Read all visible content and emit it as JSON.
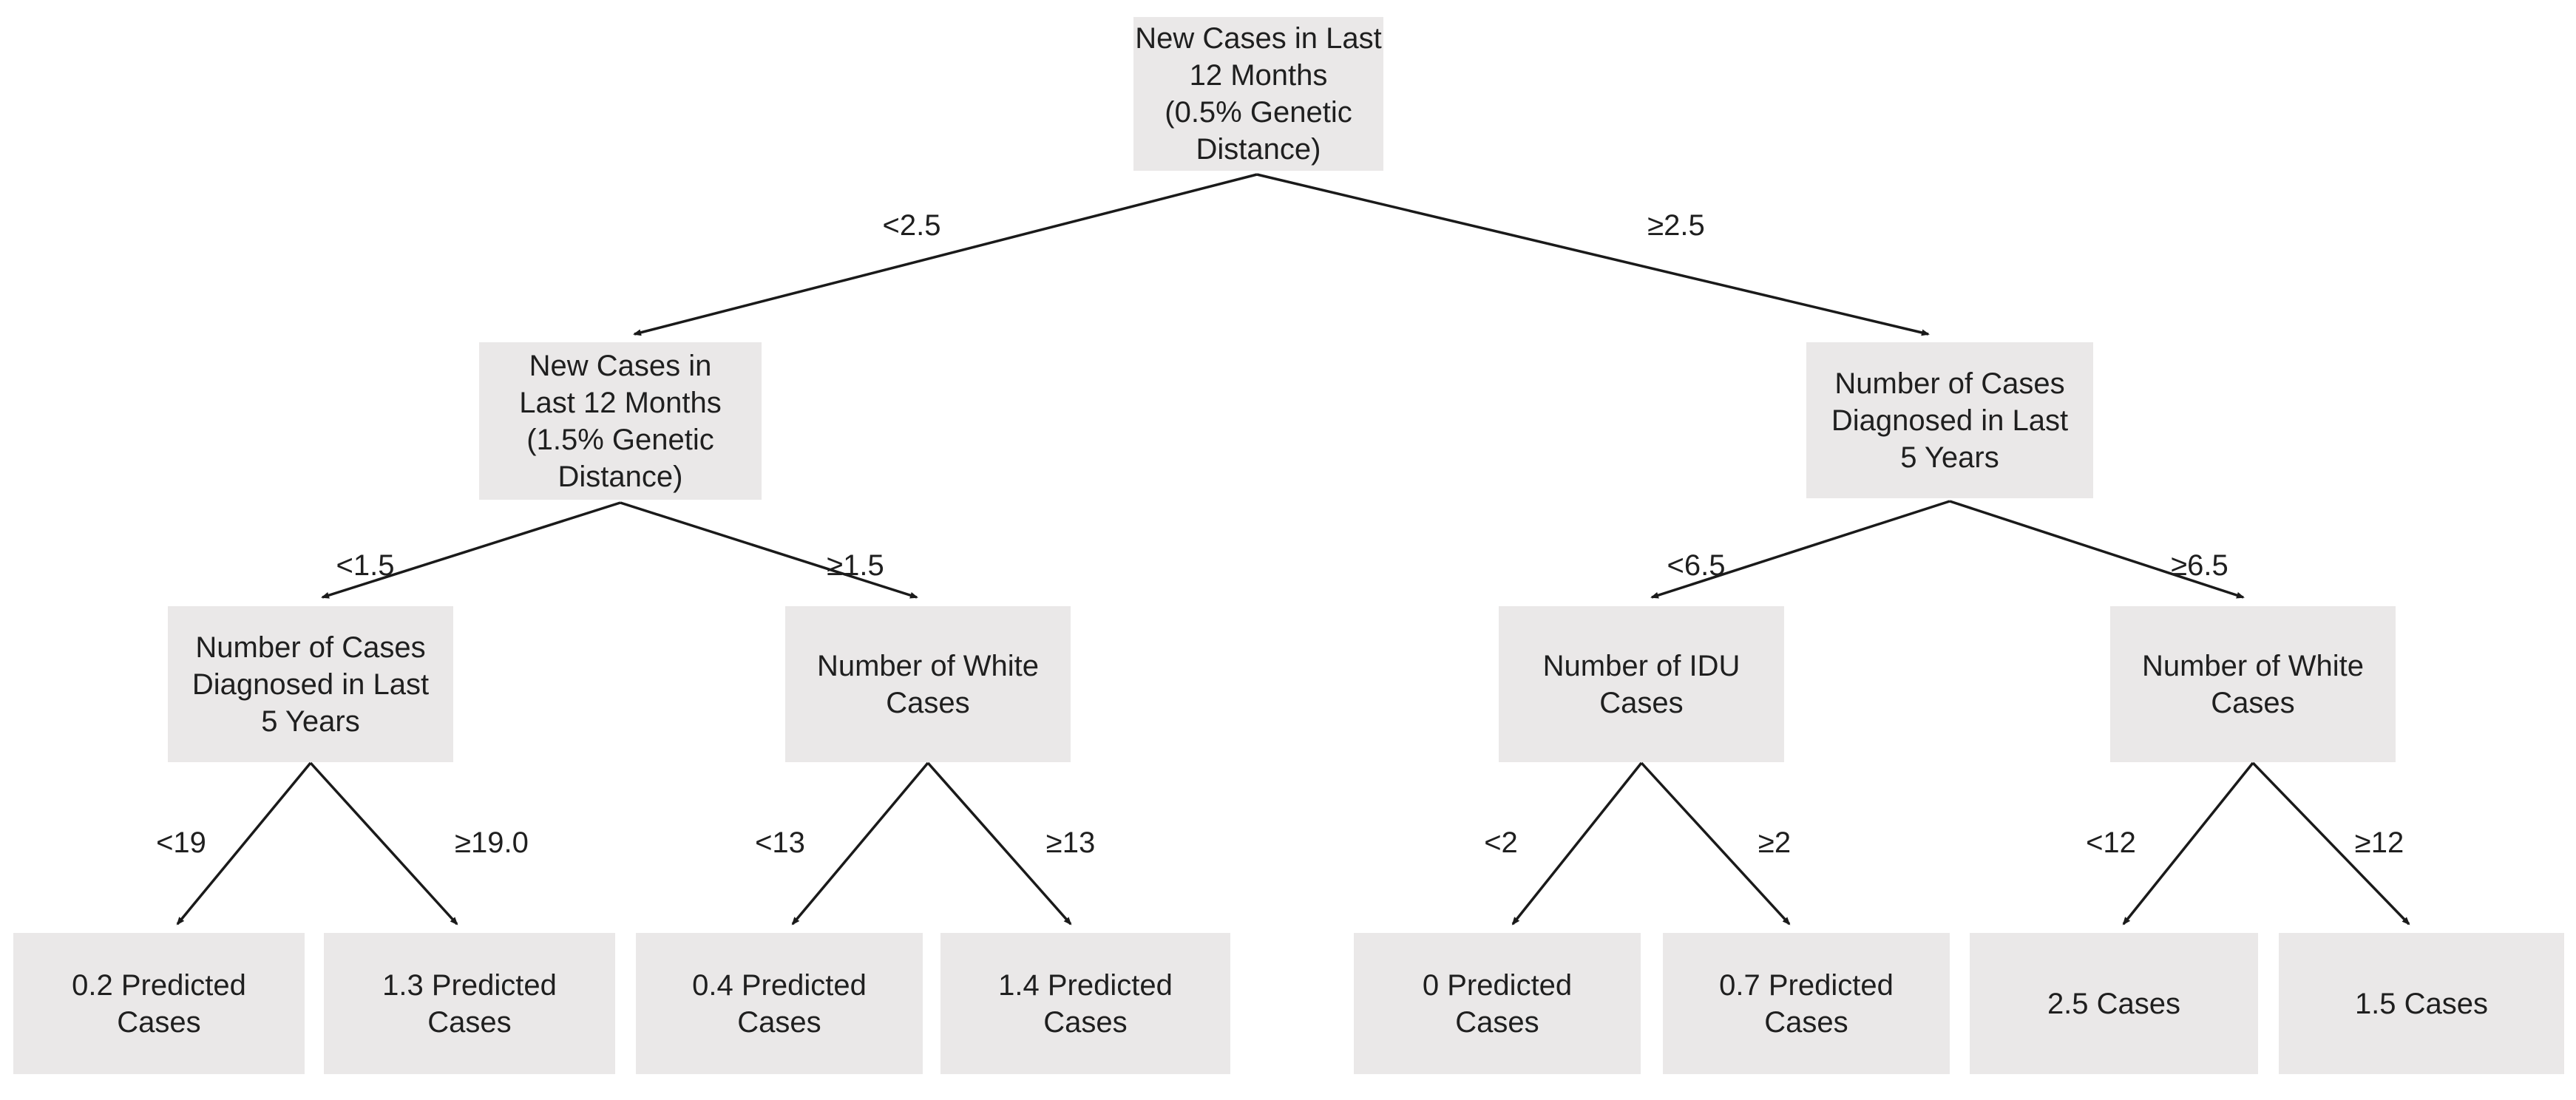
{
  "colors": {
    "node_fill": "#EAE8E8",
    "text": "#1F1F1F",
    "arrow": "#1A1A1A",
    "background": "#FFFFFF"
  },
  "nodes": {
    "root": {
      "label": "New Cases in Last\n12 Months\n(0.5% Genetic\nDistance)"
    },
    "l2_left": {
      "label": "New Cases in\nLast 12 Months\n(1.5% Genetic\nDistance)"
    },
    "l2_right": {
      "label": "Number of Cases\nDiagnosed in Last\n5 Years"
    },
    "l3_cases5yr": {
      "label": "Number of Cases\nDiagnosed in Last\n5 Years"
    },
    "l3_white_left": {
      "label": "Number of White\nCases"
    },
    "l3_idu": {
      "label": "Number of IDU\nCases"
    },
    "l3_white_right": {
      "label": "Number of White\nCases"
    },
    "leaf_1": {
      "label": "0.2 Predicted\nCases"
    },
    "leaf_2": {
      "label": "1.3 Predicted\nCases"
    },
    "leaf_3": {
      "label": "0.4 Predicted\nCases"
    },
    "leaf_4": {
      "label": "1.4 Predicted\nCases"
    },
    "leaf_5": {
      "label": "0 Predicted\nCases"
    },
    "leaf_6": {
      "label": "0.7 Predicted\nCases"
    },
    "leaf_7": {
      "label": "2.5 Cases"
    },
    "leaf_8": {
      "label": "1.5 Cases"
    }
  },
  "edges": {
    "root_left": {
      "label": "<2.5"
    },
    "root_right": {
      "label": "≥2.5"
    },
    "l2_left_lt": {
      "label": "<1.5"
    },
    "l2_left_ge": {
      "label": "≥1.5"
    },
    "l2_right_lt": {
      "label": "<6.5"
    },
    "l2_right_ge": {
      "label": "≥6.5"
    },
    "l3_cases5yr_lt": {
      "label": "<19"
    },
    "l3_cases5yr_ge": {
      "label": "≥19.0"
    },
    "l3_white_left_lt": {
      "label": "<13"
    },
    "l3_white_left_ge": {
      "label": "≥13"
    },
    "l3_idu_lt": {
      "label": "<2"
    },
    "l3_idu_ge": {
      "label": "≥2"
    },
    "l3_white_right_lt": {
      "label": "<12"
    },
    "l3_white_right_ge": {
      "label": "≥12"
    }
  }
}
